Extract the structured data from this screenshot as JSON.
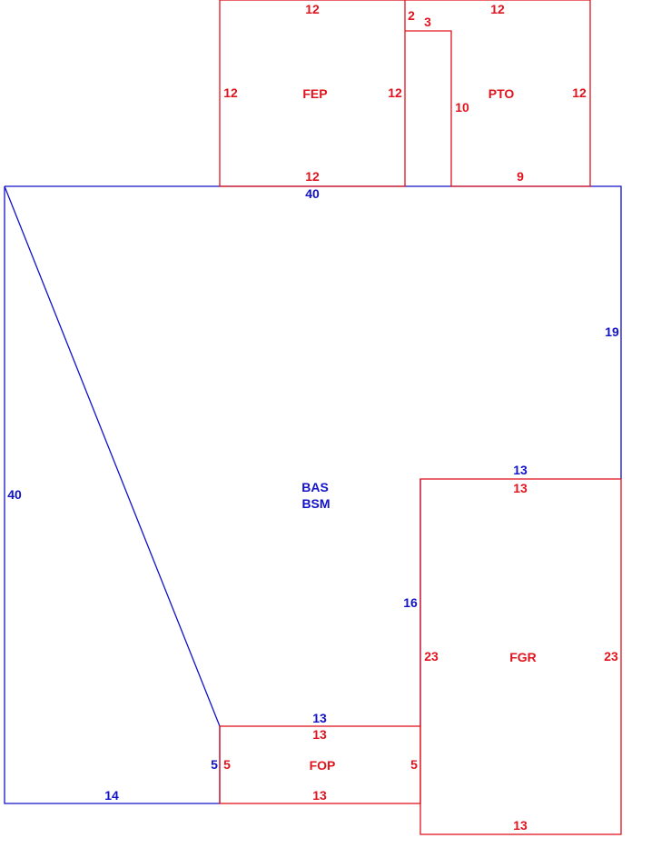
{
  "colors": {
    "main": "#1212c8",
    "addition": "#e0141e",
    "background": "#ffffff"
  },
  "areas": {
    "bas": {
      "code1": "BAS",
      "code2": "BSM"
    },
    "fep": {
      "code": "FEP"
    },
    "pto": {
      "code": "PTO"
    },
    "fgr": {
      "code": "FGR"
    },
    "fop": {
      "code": "FOP"
    }
  },
  "dimensions": {
    "bas": {
      "top": "40",
      "left": "40",
      "right": "19",
      "fgr_top": "13",
      "fgr_left": "16",
      "fop_top": "13",
      "fop_left": "5",
      "bottom": "14"
    },
    "fep": {
      "top": "12",
      "left": "12",
      "right": "12",
      "bottom": "12"
    },
    "pto": {
      "top": "12",
      "right": "12",
      "bottom": "9",
      "inner_left": "10",
      "notch_width": "3",
      "notch_height": "2"
    },
    "fgr": {
      "top": "13",
      "left": "23",
      "right": "23",
      "bottom": "13"
    },
    "fop": {
      "top": "13",
      "left": "5",
      "right": "5",
      "bottom": "13"
    }
  }
}
